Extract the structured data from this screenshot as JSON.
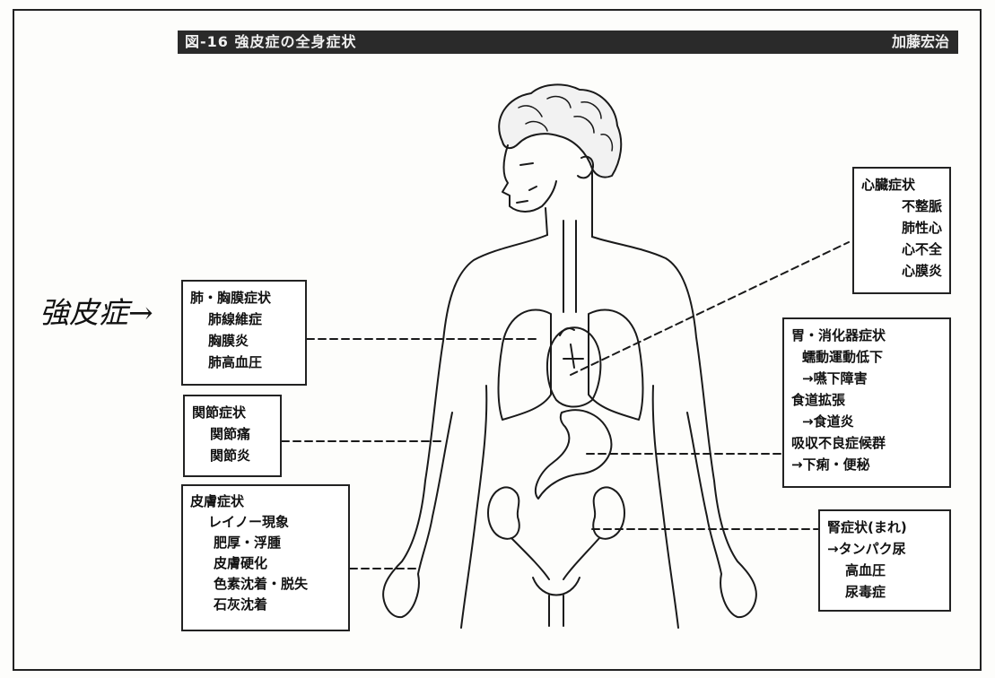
{
  "header": {
    "title": "図-16 強皮症の全身症状",
    "author": "加藤宏治"
  },
  "side_label": "強皮症→",
  "boxes": {
    "lung": {
      "heading": "肺・胸膜症状",
      "items": [
        "肺線維症",
        "胸膜炎",
        "肺高血圧"
      ]
    },
    "joint": {
      "heading": "関節症状",
      "items": [
        "関節痛",
        "関節炎"
      ]
    },
    "skin": {
      "heading": "皮膚症状",
      "items": [
        "レイノー現象",
        "肥厚・浮腫",
        "皮膚硬化",
        "色素沈着・脱失",
        "石灰沈着"
      ]
    },
    "heart": {
      "heading": "心臓症状",
      "items": [
        "不整脈",
        "肺性心",
        "心不全",
        "心膜炎"
      ]
    },
    "gi": {
      "heading": "胃・消化器症状",
      "items": [
        "蠕動運動低下",
        "→嚥下障害",
        "食道拡張",
        "→食道炎",
        "吸収不良症候群",
        "→下痢・便秘"
      ]
    },
    "kidney": {
      "heading": "腎症状(まれ)",
      "items": [
        "→タンパク尿",
        "高血圧",
        "尿毒症"
      ]
    }
  }
}
